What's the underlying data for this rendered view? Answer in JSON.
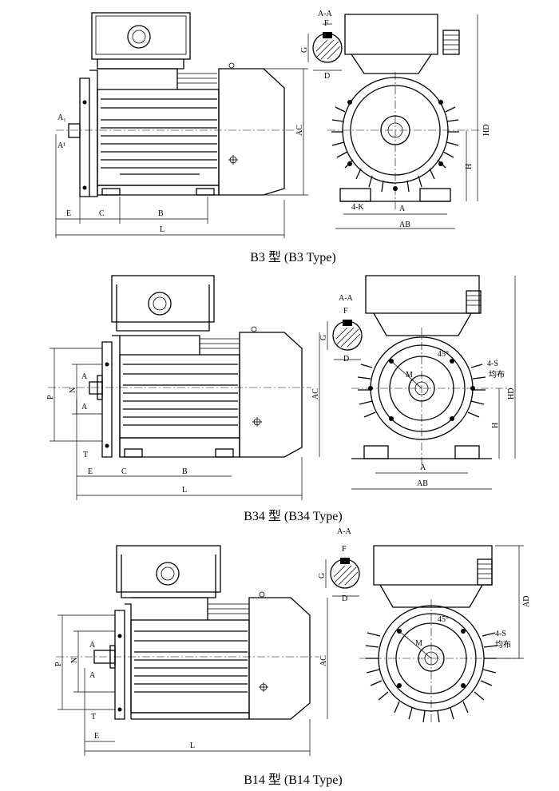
{
  "views": [
    {
      "id": "b3",
      "caption": "B3 型 (B3 Type)",
      "side_labels": {
        "a1_top": "A₁",
        "a1_bottom": "A¹",
        "e": "E",
        "c": "C",
        "b": "B",
        "l": "L",
        "ac": "AC"
      },
      "section_labels": {
        "title": "A-A",
        "f": "F",
        "g": "G",
        "d": "D"
      },
      "front_labels": {
        "hd": "HD",
        "h": "H",
        "k": "4-K",
        "a": "A",
        "ab": "AB"
      }
    },
    {
      "id": "b34",
      "caption": "B34 型 (B34 Type)",
      "side_labels": {
        "p": "P",
        "n": "N",
        "a_top": "A",
        "a_bottom": "A",
        "t": "T",
        "e": "E",
        "c": "C",
        "b": "B",
        "l": "L",
        "ac": "AC"
      },
      "section_labels": {
        "title": "A-A",
        "f": "F",
        "g": "G",
        "d": "D"
      },
      "front_labels": {
        "m": "M",
        "angle": "45°",
        "s": "4-S",
        "even": "均布",
        "hd": "HD",
        "h": "H",
        "a": "A",
        "ab": "AB"
      }
    },
    {
      "id": "b14",
      "caption": "B14 型 (B14 Type)",
      "side_labels": {
        "p": "P",
        "n": "N",
        "a_top": "A",
        "a_bottom": "A",
        "t": "T",
        "e": "E",
        "l": "L",
        "ac": "AC"
      },
      "section_labels": {
        "title": "A-A",
        "f": "F",
        "g": "G",
        "d": "D"
      },
      "front_labels": {
        "m": "M",
        "angle": "45°",
        "s": "4-S",
        "even": "均布",
        "ad": "AD"
      }
    }
  ]
}
